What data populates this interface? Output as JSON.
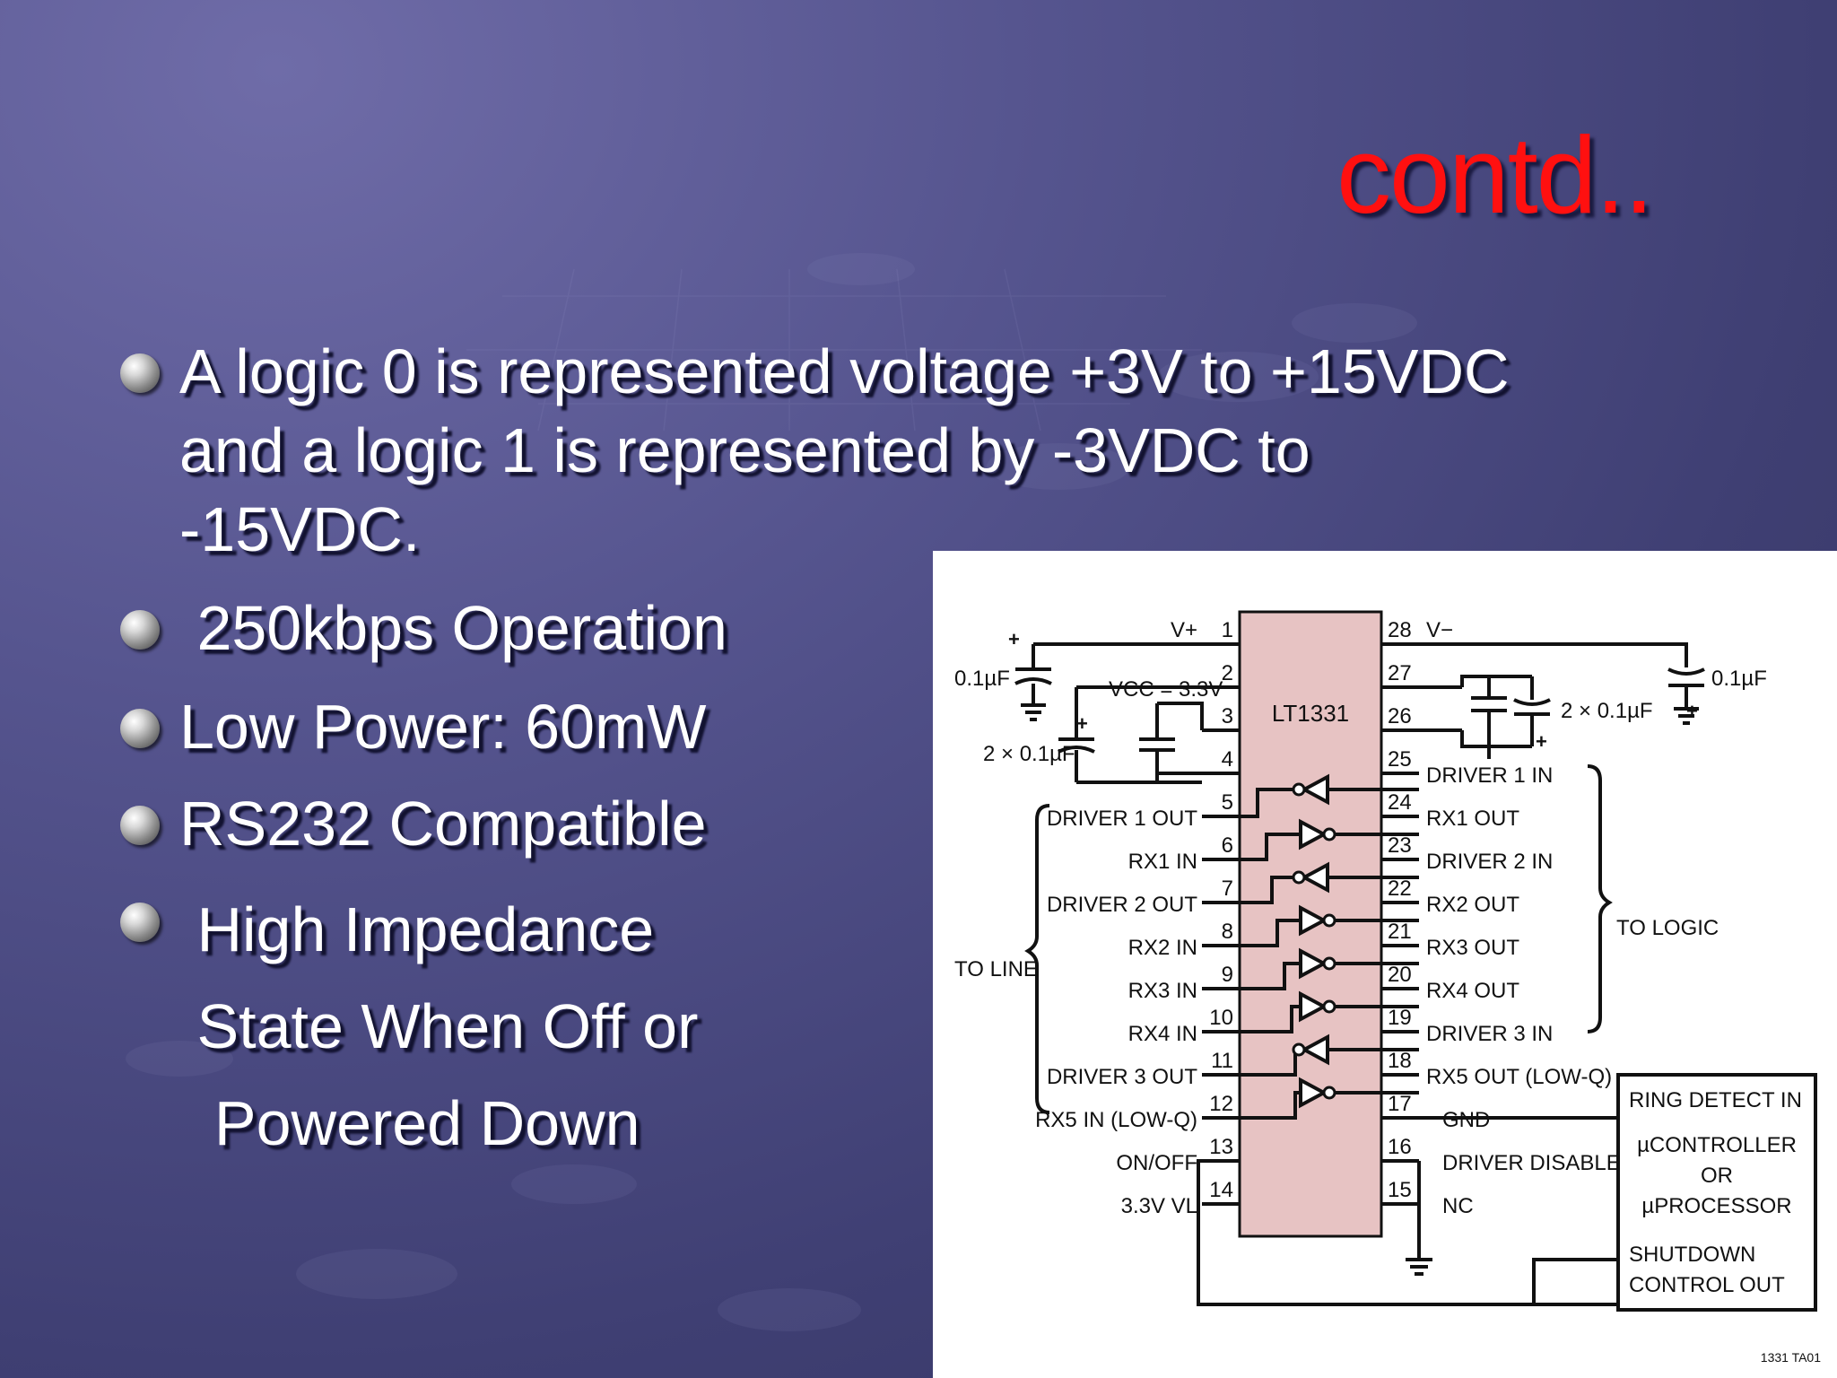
{
  "slide": {
    "title": "contd..",
    "bullets": [
      {
        "lines": [
          "A logic 0 is represented  voltage +3V to +15VDC",
          "and a logic 1 is represented by    -3VDC to",
          "-15VDC."
        ]
      },
      {
        "lines": [
          " 250kbps Operation"
        ]
      },
      {
        "lines": [
          "Low Power: 60mW"
        ]
      },
      {
        "lines": [
          "RS232 Compatible"
        ]
      },
      {
        "lines": [
          " High Impedance",
          " State When Off or",
          "  Powered Down"
        ]
      }
    ]
  },
  "circuit": {
    "chip_name": "LT1331",
    "left_pins": [
      {
        "num": "1",
        "label": "V+"
      },
      {
        "num": "2",
        "label": ""
      },
      {
        "num": "3",
        "label": ""
      },
      {
        "num": "4",
        "label": ""
      },
      {
        "num": "5",
        "label": "DRIVER 1 OUT"
      },
      {
        "num": "6",
        "label": "RX1 IN"
      },
      {
        "num": "7",
        "label": "DRIVER 2 OUT"
      },
      {
        "num": "8",
        "label": "RX2 IN"
      },
      {
        "num": "9",
        "label": "RX3 IN"
      },
      {
        "num": "10",
        "label": "RX4 IN"
      },
      {
        "num": "11",
        "label": "DRIVER 3 OUT"
      },
      {
        "num": "12",
        "label": "RX5 IN (LOW-Q)"
      },
      {
        "num": "13",
        "label": "ON/OFF"
      },
      {
        "num": "14",
        "label": "3.3V VL"
      }
    ],
    "right_pins": [
      {
        "num": "28",
        "label": "V−"
      },
      {
        "num": "27",
        "label": ""
      },
      {
        "num": "26",
        "label": ""
      },
      {
        "num": "25",
        "label": "DRIVER 1 IN"
      },
      {
        "num": "24",
        "label": "RX1 OUT"
      },
      {
        "num": "23",
        "label": "DRIVER 2 IN"
      },
      {
        "num": "22",
        "label": "RX2 OUT"
      },
      {
        "num": "21",
        "label": "RX3 OUT"
      },
      {
        "num": "20",
        "label": "RX4 OUT"
      },
      {
        "num": "19",
        "label": "DRIVER 3 IN"
      },
      {
        "num": "18",
        "label": "RX5 OUT (LOW-Q)"
      },
      {
        "num": "17",
        "label": "GND"
      },
      {
        "num": "16",
        "label": "DRIVER DISABLE"
      },
      {
        "num": "15",
        "label": "NC"
      }
    ],
    "cap_left_top": "0.1µF",
    "cap_left_pair": "2 × 0.1µF",
    "vcc": "VCC = 3.3V",
    "cap_right_pair": "2 × 0.1µF",
    "cap_right_top": "0.1µF",
    "to_line": "TO LINE",
    "to_logic": "TO LOGIC",
    "controller_box": [
      "RING DETECT IN",
      "µCONTROLLER",
      "OR",
      "µPROCESSOR",
      "SHUTDOWN",
      "CONTROL OUT"
    ],
    "figure_id": "1331 TA01"
  }
}
